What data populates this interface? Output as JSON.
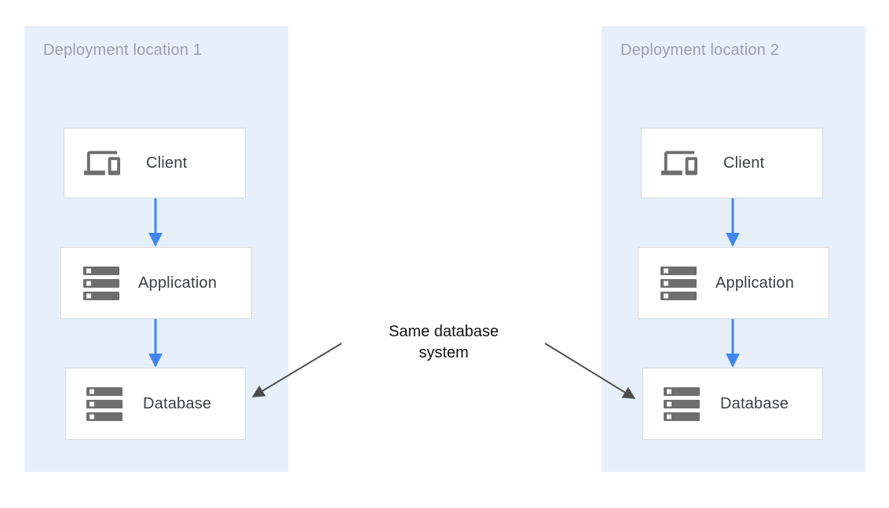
{
  "diagram": {
    "panels": [
      {
        "title": "Deployment location 1",
        "nodes": [
          {
            "label": "Client",
            "icon": "devices-icon"
          },
          {
            "label": "Application",
            "icon": "server-stack-icon"
          },
          {
            "label": "Database",
            "icon": "server-stack-icon"
          }
        ]
      },
      {
        "title": "Deployment location 2",
        "nodes": [
          {
            "label": "Client",
            "icon": "devices-icon"
          },
          {
            "label": "Application",
            "icon": "server-stack-icon"
          },
          {
            "label": "Database",
            "icon": "server-stack-icon"
          }
        ]
      }
    ],
    "annotation": {
      "text": "Same database system"
    },
    "colors": {
      "panel_bg": "#e7f0fa",
      "node_bg": "#ffffff",
      "node_border": "#d9d9d9",
      "panel_title_text": "#9aa0a6",
      "node_label_text": "#3c4043",
      "icon_gray": "#6e6e6e",
      "flow_arrow_blue": "#4285f4",
      "annotation_arrow_gray": "#4d4d4d",
      "annotation_text": "#111111"
    }
  }
}
